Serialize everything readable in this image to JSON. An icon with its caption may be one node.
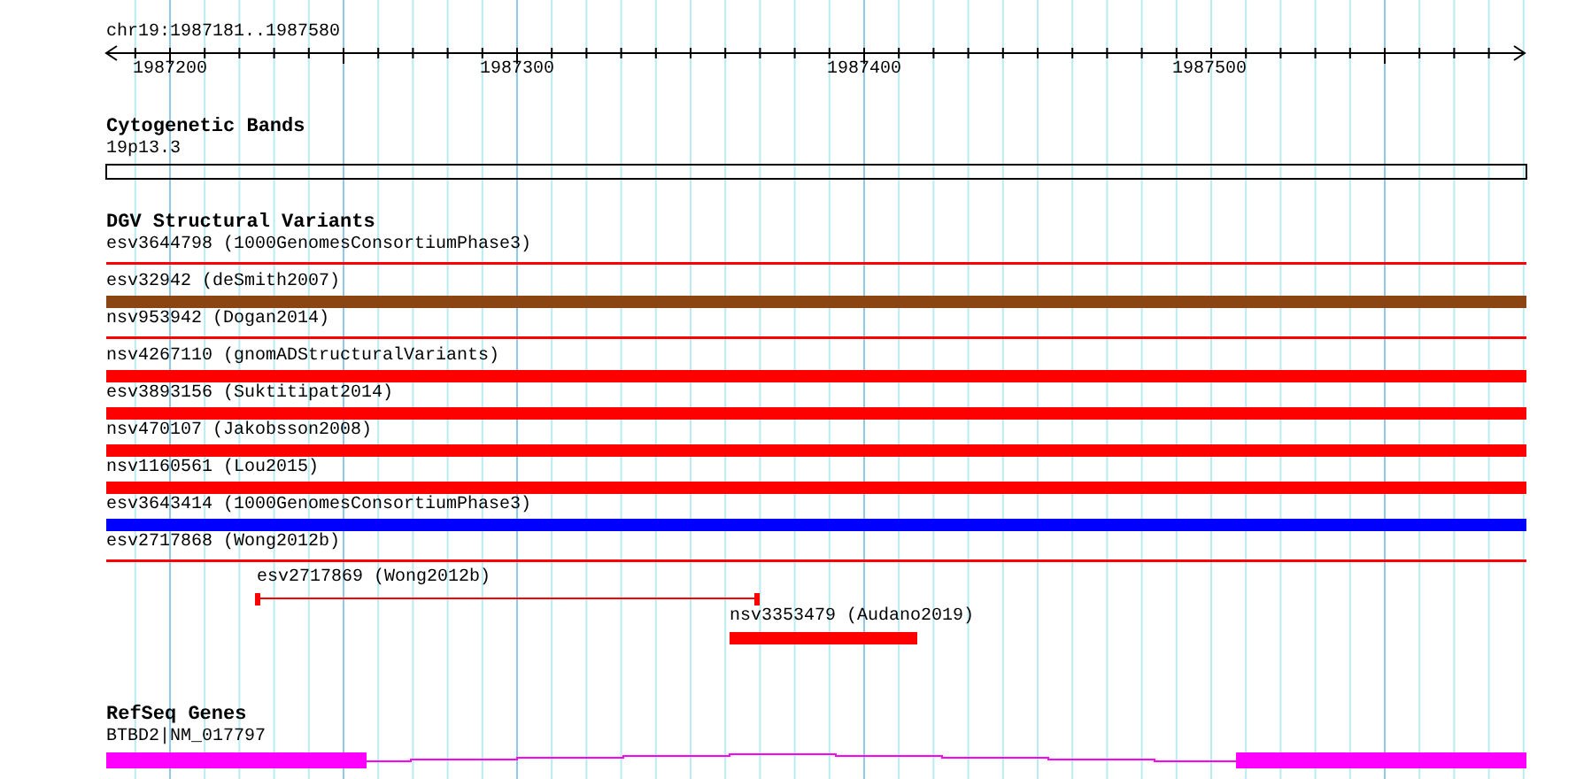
{
  "diagram": {
    "labels": [
      "chr19:1987181..1987580",
      "1987200",
      "1987300",
      "1987400",
      "1987500",
      "Cytogenetic Bands",
      "19p13.3",
      "DGV Structural Variants",
      "esv3644798 (1000GenomesConsortiumPhase3)",
      "esv32942 (deSmith2007)",
      "nsv953942 (Dogan2014)",
      "nsv4267110 (gnomADStructuralVariants)",
      "esv3893156 (Suktitipat2014)",
      "nsv470107 (Jakobsson2008)",
      "nsv1160561 (Lou2015)",
      "esv3643414 (1000GenomesConsortiumPhase3)",
      "esv2717868 (Wong2012b)",
      "esv2717869 (Wong2012b)",
      "nsv3353479 (Audano2019)",
      "RefSeq Genes",
      "BTBD2|NM_017797"
    ]
  }
}
